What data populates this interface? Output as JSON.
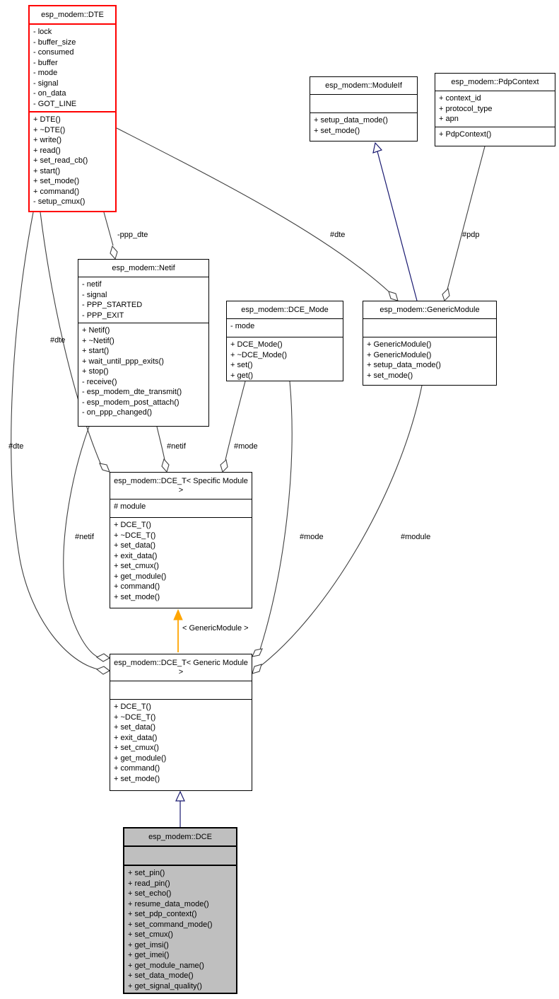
{
  "classes": {
    "dte": {
      "title": "esp_modem::DTE",
      "attributes": [
        "- lock",
        "- buffer_size",
        "- consumed",
        "- buffer",
        "- mode",
        "- signal",
        "- on_data",
        "- GOT_LINE"
      ],
      "methods": [
        "+ DTE()",
        "+ ~DTE()",
        "+ write()",
        "+ read()",
        "+ set_read_cb()",
        "+ start()",
        "+ set_mode()",
        "+ command()",
        "- setup_cmux()"
      ]
    },
    "module_if": {
      "title": "esp_modem::ModuleIf",
      "attributes": [],
      "methods": [
        "+ setup_data_mode()",
        "+ set_mode()"
      ]
    },
    "pdp_context": {
      "title": "esp_modem::PdpContext",
      "attributes": [
        "+ context_id",
        "+ protocol_type",
        "+ apn"
      ],
      "methods": [
        "+ PdpContext()"
      ]
    },
    "netif": {
      "title": "esp_modem::Netif",
      "attributes": [
        "- netif",
        "- signal",
        "- PPP_STARTED",
        "- PPP_EXIT"
      ],
      "methods": [
        "+ Netif()",
        "+ ~Netif()",
        "+ start()",
        "+ wait_until_ppp_exits()",
        "+ stop()",
        "- receive()",
        "- esp_modem_dte_transmit()",
        "- esp_modem_post_attach()",
        "- on_ppp_changed()"
      ]
    },
    "dce_mode": {
      "title": "esp_modem::DCE_Mode",
      "attributes": [
        "- mode"
      ],
      "methods": [
        "+ DCE_Mode()",
        "+ ~DCE_Mode()",
        "+ set()",
        "+ get()"
      ]
    },
    "generic_module": {
      "title": "esp_modem::GenericModule",
      "attributes": [],
      "methods": [
        "+ GenericModule()",
        "+ GenericModule()",
        "+ setup_data_mode()",
        "+ set_mode()"
      ]
    },
    "dce_t_specific": {
      "title": "esp_modem::DCE_T< Specific Module >",
      "attributes": [
        "# module"
      ],
      "methods": [
        "+ DCE_T()",
        "+ ~DCE_T()",
        "+ set_data()",
        "+ exit_data()",
        "+ set_cmux()",
        "+ get_module()",
        "+ command()",
        "+ set_mode()"
      ]
    },
    "dce_t_generic": {
      "title": "esp_modem::DCE_T< Generic Module >",
      "attributes": [],
      "methods": [
        "+ DCE_T()",
        "+ ~DCE_T()",
        "+ set_data()",
        "+ exit_data()",
        "+ set_cmux()",
        "+ get_module()",
        "+ command()",
        "+ set_mode()"
      ]
    },
    "dce": {
      "title": "esp_modem::DCE",
      "attributes": [],
      "methods": [
        "+ set_pin()",
        "+ read_pin()",
        "+ set_echo()",
        "+ resume_data_mode()",
        "+ set_pdp_context()",
        "+ set_command_mode()",
        "+ set_cmux()",
        "+ get_imsi()",
        "+ get_imei()",
        "+ get_module_name()",
        "+ set_data_mode()",
        "+ get_signal_quality()"
      ]
    }
  },
  "edges": {
    "ppp_dte_label": "-ppp_dte",
    "dte_to_generic_module_label": "#dte",
    "pdp_label": "#pdp",
    "dte_to_specific_label": "#dte",
    "dte_to_generic_t_label": "#dte",
    "netif_to_specific_label": "#netif",
    "mode_to_specific_label": "#mode",
    "netif_to_generic_t_label": "#netif",
    "mode_to_generic_t_label": "#mode",
    "module_label": "#module",
    "template_label": "< GenericModule >"
  },
  "colors": {
    "highlight_border": "#ff0000",
    "current_fill": "#bfbfbf",
    "inheritance": "#191970",
    "template_arrow": "#ffa500",
    "edge": "#404040"
  }
}
